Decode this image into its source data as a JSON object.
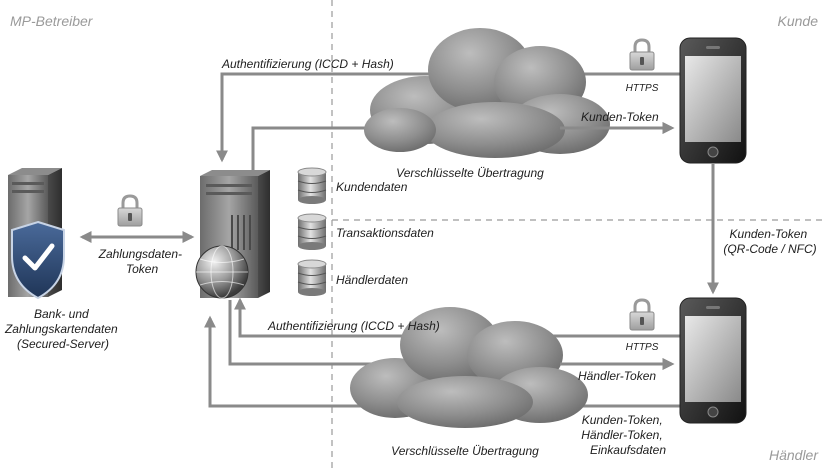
{
  "regions": {
    "operator": "MP-Betreiber",
    "customer": "Kunde",
    "merchant": "Händler"
  },
  "bank_server": {
    "label_lines": [
      "Bank- und",
      "Zahlungskartendaten",
      "(Secured-Server)"
    ]
  },
  "payment_token": {
    "label_lines": [
      "Zahlungsdaten-",
      "Token"
    ]
  },
  "databases": [
    "Kundendaten",
    "Transaktionsdaten",
    "Händlerdaten"
  ],
  "top_flow": {
    "auth_label": "Authentifizierung (ICCD + Hash)",
    "https_label": "HTTPS",
    "token_label": "Kunden-Token",
    "cloud_label": "Verschlüsselte Übertragung"
  },
  "bottom_flow": {
    "auth_label": "Authentifizierung (ICCD + Hash)",
    "https_label": "HTTPS",
    "token_label": "Händler-Token",
    "cloud_label": "Verschlüsselte Übertragung",
    "upload_lines": [
      "Kunden-Token,",
      "Händler-Token,",
      "Einkaufsdaten"
    ]
  },
  "customer_to_merchant": {
    "label_lines": [
      "Kunden-Token",
      "(QR-Code / NFC)"
    ]
  },
  "colors": {
    "arrow": "#8a8a8a",
    "region_text": "#9a9a9a",
    "shield": "#2f4f7f"
  }
}
